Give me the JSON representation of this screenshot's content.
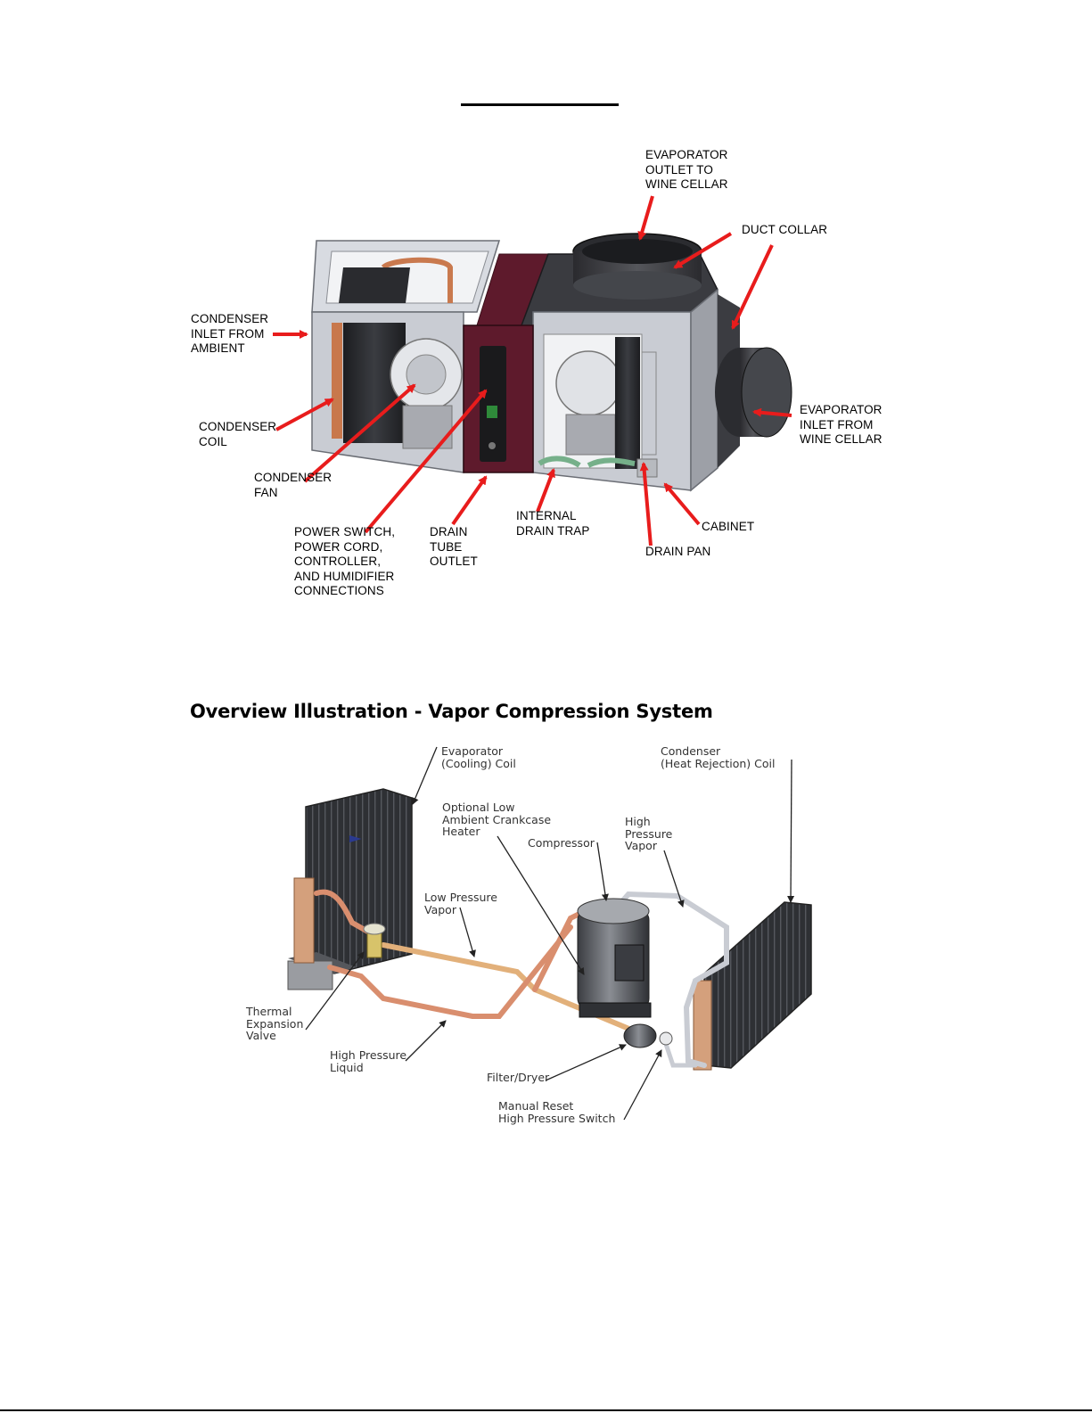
{
  "figure1": {
    "labels": {
      "evap_outlet": "EVAPORATOR\nOUTLET TO\nWINE CELLAR",
      "duct_collar": "DUCT COLLAR",
      "condenser_inlet": "CONDENSER\nINLET FROM\nAMBIENT",
      "evap_inlet": "EVAPORATOR\nINLET FROM\nWINE CELLAR",
      "condenser_coil": "CONDENSER\nCOIL",
      "condenser_fan": "CONDENSER\nFAN",
      "power_switch": "POWER SWITCH,\nPOWER CORD,\nCONTROLLER,\nAND HUMIDIFIER\nCONNECTIONS",
      "drain_tube": "DRAIN\nTUBE\nOUTLET",
      "internal_drain_trap": "INTERNAL\nDRAIN TRAP",
      "cabinet": "CABINET",
      "drain_pan": "DRAIN PAN"
    }
  },
  "figure2": {
    "title": "Overview Illustration - Vapor Compression System",
    "labels": {
      "evaporator_coil": "Evaporator\n(Cooling) Coil",
      "condenser_coil": "Condenser\n(Heat Rejection) Coil",
      "crankcase_heater": "Optional Low\nAmbient Crankcase\nHeater",
      "high_pressure_vapor": "High\nPressure\nVapor",
      "compressor": "Compressor",
      "low_pressure_vapor": "Low  Pressure\nVapor",
      "thermal_expansion_valve": "Thermal\nExpansion\nValve",
      "high_pressure_liquid": "High Pressure\nLiquid",
      "filter_dryer": "Filter/Dryer",
      "high_pressure_switch": "Manual Reset\nHigh Pressure Switch"
    }
  },
  "colors": {
    "arrow_red": "#e81c1c",
    "frame_steel": "#c9ccd3",
    "accent_maroon": "#5e1a2c",
    "copper": "#d9906f",
    "coil_dark": "#2b2d31"
  }
}
